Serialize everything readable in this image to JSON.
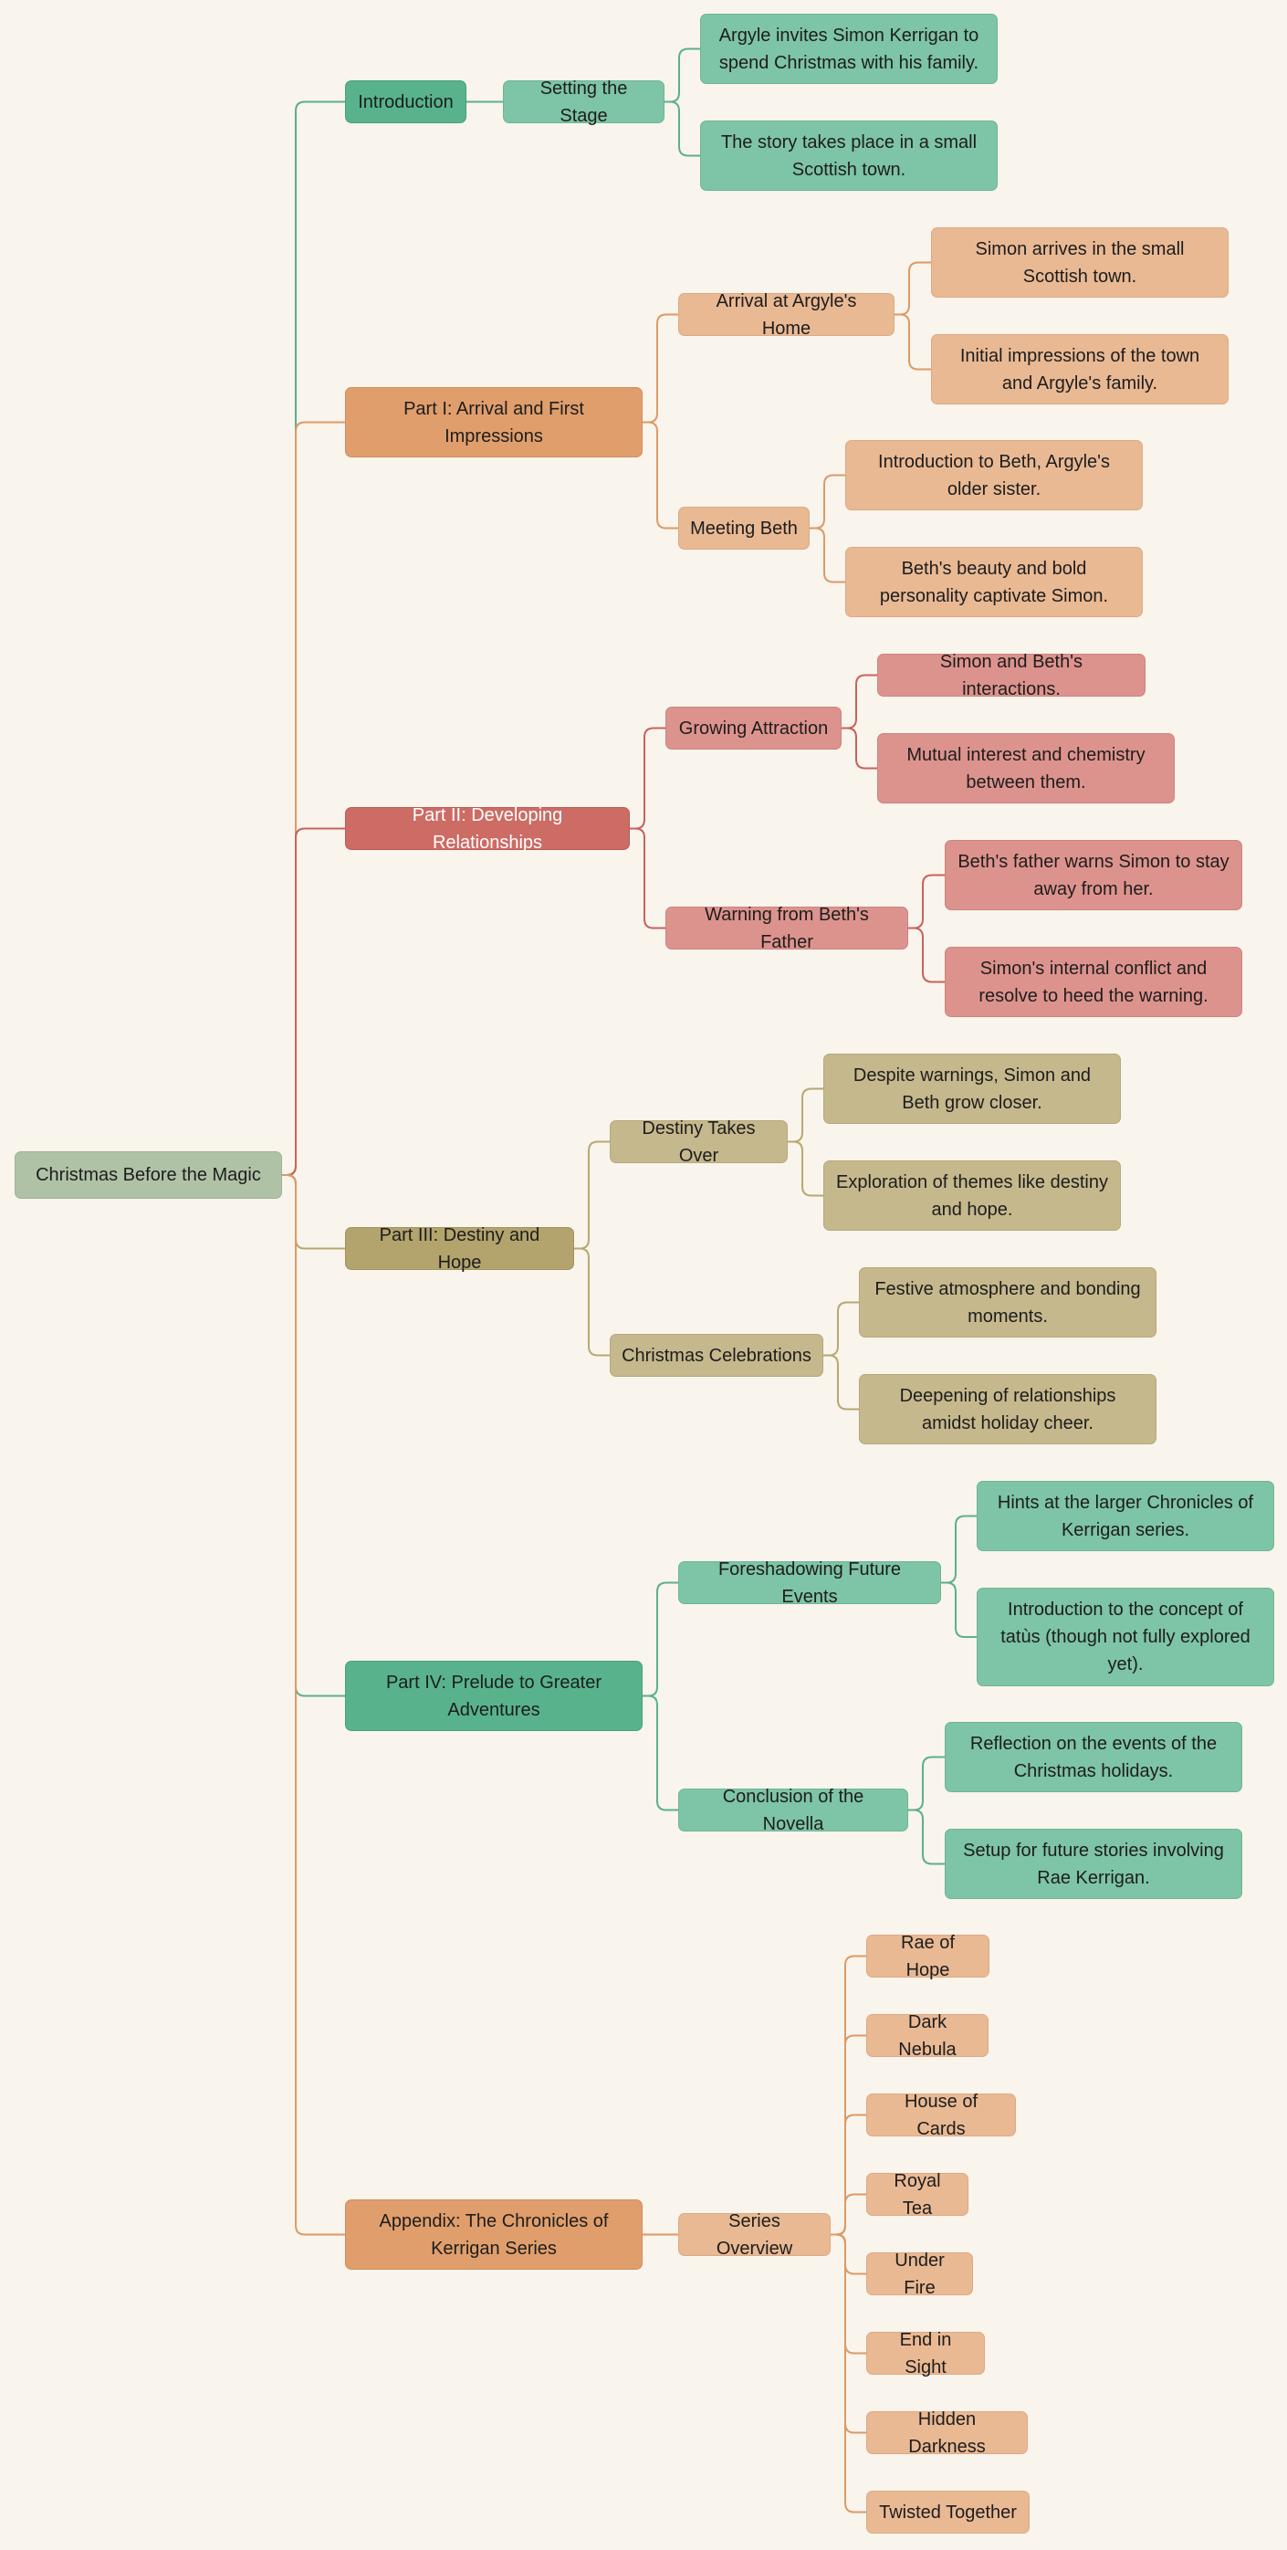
{
  "diagram": {
    "colors": {
      "background": "#f9f4ec",
      "green_edge": "#5cb08b",
      "orange_edge": "#dc9a66",
      "red_edge": "#c8625c",
      "khaki_edge": "#b7a871",
      "root_edge": "#dc9a66"
    },
    "root": {
      "id": "root",
      "label": "Christmas Before the Magic"
    },
    "nodes": [
      {
        "id": "intro",
        "label": "Introduction",
        "parent": "root"
      },
      {
        "id": "stage",
        "label": "Setting the Stage",
        "parent": "intro"
      },
      {
        "id": "stage_1",
        "label": "Argyle invites Simon Kerrigan to spend Christmas with his family.",
        "parent": "stage"
      },
      {
        "id": "stage_2",
        "label": "The story takes place in a small Scottish town.",
        "parent": "stage"
      },
      {
        "id": "p1",
        "label": "Part I: Arrival and First Impressions",
        "parent": "root"
      },
      {
        "id": "arrival",
        "label": "Arrival at Argyle's Home",
        "parent": "p1"
      },
      {
        "id": "arrival_1",
        "label": "Simon arrives in the small Scottish town.",
        "parent": "arrival"
      },
      {
        "id": "arrival_2",
        "label": "Initial impressions of the town and Argyle's family.",
        "parent": "arrival"
      },
      {
        "id": "beth",
        "label": "Meeting Beth",
        "parent": "p1"
      },
      {
        "id": "beth_1",
        "label": "Introduction to Beth, Argyle's older sister.",
        "parent": "beth"
      },
      {
        "id": "beth_2",
        "label": "Beth's beauty and bold personality captivate Simon.",
        "parent": "beth"
      },
      {
        "id": "p2",
        "label": "Part II: Developing Relationships",
        "parent": "root"
      },
      {
        "id": "growing",
        "label": "Growing Attraction",
        "parent": "p2"
      },
      {
        "id": "growing_1",
        "label": "Simon and Beth's interactions.",
        "parent": "growing"
      },
      {
        "id": "growing_2",
        "label": "Mutual interest and chemistry between them.",
        "parent": "growing"
      },
      {
        "id": "warning",
        "label": "Warning from Beth's Father",
        "parent": "p2"
      },
      {
        "id": "warning_1",
        "label": "Beth's father warns Simon to stay away from her.",
        "parent": "warning"
      },
      {
        "id": "warning_2",
        "label": "Simon's internal conflict and resolve to heed the warning.",
        "parent": "warning"
      },
      {
        "id": "p3",
        "label": "Part III: Destiny and Hope",
        "parent": "root"
      },
      {
        "id": "destiny",
        "label": "Destiny Takes Over",
        "parent": "p3"
      },
      {
        "id": "destiny_1",
        "label": "Despite warnings, Simon and Beth grow closer.",
        "parent": "destiny"
      },
      {
        "id": "destiny_2",
        "label": "Exploration of themes like destiny and hope.",
        "parent": "destiny"
      },
      {
        "id": "celebrations",
        "label": "Christmas Celebrations",
        "parent": "p3"
      },
      {
        "id": "celebrations_1",
        "label": "Festive atmosphere and bonding moments.",
        "parent": "celebrations"
      },
      {
        "id": "celebrations_2",
        "label": "Deepening of relationships amidst holiday cheer.",
        "parent": "celebrations"
      },
      {
        "id": "p4",
        "label": "Part IV: Prelude to Greater Adventures",
        "parent": "root"
      },
      {
        "id": "foreshadow",
        "label": "Foreshadowing Future Events",
        "parent": "p4"
      },
      {
        "id": "foreshadow_1",
        "label": "Hints at the larger Chronicles of Kerrigan series.",
        "parent": "foreshadow"
      },
      {
        "id": "foreshadow_2",
        "label": "Introduction to the concept of tatùs (though not fully explored yet).",
        "parent": "foreshadow"
      },
      {
        "id": "conclusion",
        "label": "Conclusion of the Novella",
        "parent": "p4"
      },
      {
        "id": "conclusion_1",
        "label": "Reflection on the events of the Christmas holidays.",
        "parent": "conclusion"
      },
      {
        "id": "conclusion_2",
        "label": "Setup for future stories involving Rae Kerrigan.",
        "parent": "conclusion"
      },
      {
        "id": "appendix",
        "label": "Appendix: The Chronicles of Kerrigan Series",
        "parent": "root"
      },
      {
        "id": "series",
        "label": "Series Overview",
        "parent": "appendix"
      },
      {
        "id": "book_1",
        "label": "Rae of Hope",
        "parent": "series"
      },
      {
        "id": "book_2",
        "label": "Dark Nebula",
        "parent": "series"
      },
      {
        "id": "book_3",
        "label": "House of Cards",
        "parent": "series"
      },
      {
        "id": "book_4",
        "label": "Royal Tea",
        "parent": "series"
      },
      {
        "id": "book_5",
        "label": "Under Fire",
        "parent": "series"
      },
      {
        "id": "book_6",
        "label": "End in Sight",
        "parent": "series"
      },
      {
        "id": "book_7",
        "label": "Hidden Darkness",
        "parent": "series"
      },
      {
        "id": "book_8",
        "label": "Twisted Together",
        "parent": "series"
      }
    ]
  }
}
